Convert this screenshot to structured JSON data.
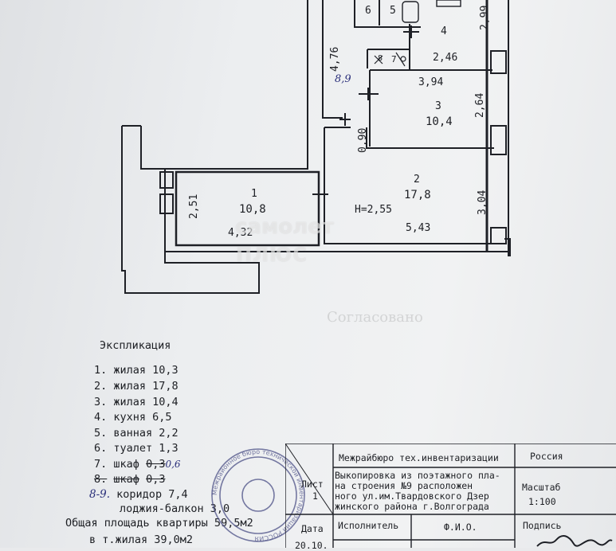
{
  "plan": {
    "rooms": [
      {
        "num": "1",
        "area": "10,8"
      },
      {
        "num": "2",
        "area": "17,8"
      },
      {
        "num": "3",
        "area": "10,4"
      },
      {
        "num": "4",
        "area": ""
      }
    ],
    "closets": [
      "6",
      "5",
      "7",
      "8"
    ],
    "dims": {
      "d476": "4,76",
      "d299": "2,99",
      "d246": "2,46",
      "d394": "3,94",
      "d264": "2,64",
      "d090": "0,90",
      "d304": "3,04",
      "d251": "2,51",
      "d432": "4,32",
      "d543": "5,43"
    },
    "height": "Н=2,55",
    "handwritten_89": "8,9"
  },
  "watermark": {
    "line1": "самолет",
    "line2": "ПЛЮС"
  },
  "ghost_text": {
    "heading": "Согласовано"
  },
  "explication": {
    "title": "Экспликация",
    "items": [
      {
        "n": "1.",
        "text": "жилая 10,3"
      },
      {
        "n": "2.",
        "text": "жилая 17,8"
      },
      {
        "n": "3.",
        "text": "жилая 10,4"
      },
      {
        "n": "4.",
        "text": "кухня 6,5"
      },
      {
        "n": "5.",
        "text": "ванная 2,2"
      },
      {
        "n": "6.",
        "text": "туалет 1,3"
      },
      {
        "n": "7.",
        "text": "шкаф",
        "value": "0,3",
        "note": "0,6"
      },
      {
        "n": "8.",
        "text": "шкаф",
        "value": "0,3"
      },
      {
        "n": "8-9.",
        "text": "коридор 7,4"
      },
      {
        "n": "",
        "text": "лоджия-балкон 3,0"
      }
    ],
    "total": "Общая площадь квартиры 59,5м2",
    "living": "в т.жилая 39,0м2"
  },
  "stamp_table": {
    "org": "Межрайбюро тех.инвентаризации",
    "country": "Россия",
    "sheet_label": "Лист",
    "sheet_value": "1",
    "desc_lines": [
      "Выкопировка из поэтажного пла-",
      "на строения №9      расположен",
      "ного ул.им.Твардовского Дзер",
      "жинского района г.Волгограда"
    ],
    "scale_label": "Масштаб",
    "scale_value": "1:100",
    "date_label": "Дата",
    "executor_label": "Исполнитель",
    "fio_label": "Ф.И.О.",
    "signature_label": "Подпись",
    "date_value": "20.10."
  },
  "seal_text": "Межрайонное бюро технической инвентаризации РОССИЯ",
  "colors": {
    "ink": "#1d1f24",
    "paper": "#eceef0",
    "seal": "#4b4f86",
    "handwriting": "#2a2f7a"
  }
}
